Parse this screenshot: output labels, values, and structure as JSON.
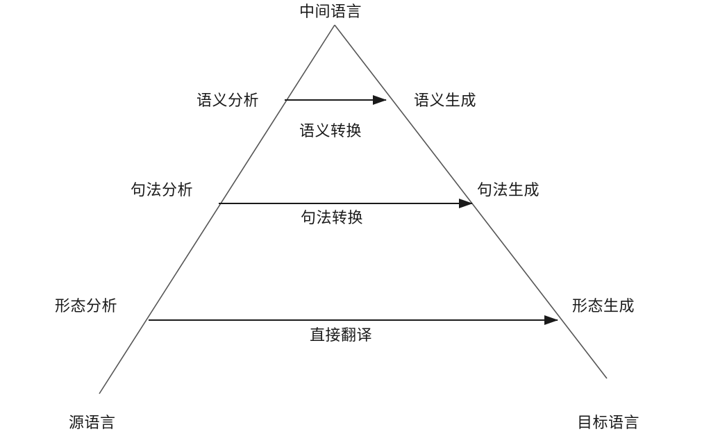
{
  "apex": "中间语言",
  "source": "源语言",
  "target": "目标语言",
  "levels": [
    {
      "analysis": "语义分析",
      "generation": "语义生成",
      "transfer": "语义转换"
    },
    {
      "analysis": "句法分析",
      "generation": "句法生成",
      "transfer": "句法转换"
    },
    {
      "analysis": "形态分析",
      "generation": "形态生成",
      "transfer": "直接翻译"
    }
  ],
  "colors": {
    "line": "#555555",
    "arrow": "#1a1a1a",
    "text": "#1a1a1a"
  }
}
